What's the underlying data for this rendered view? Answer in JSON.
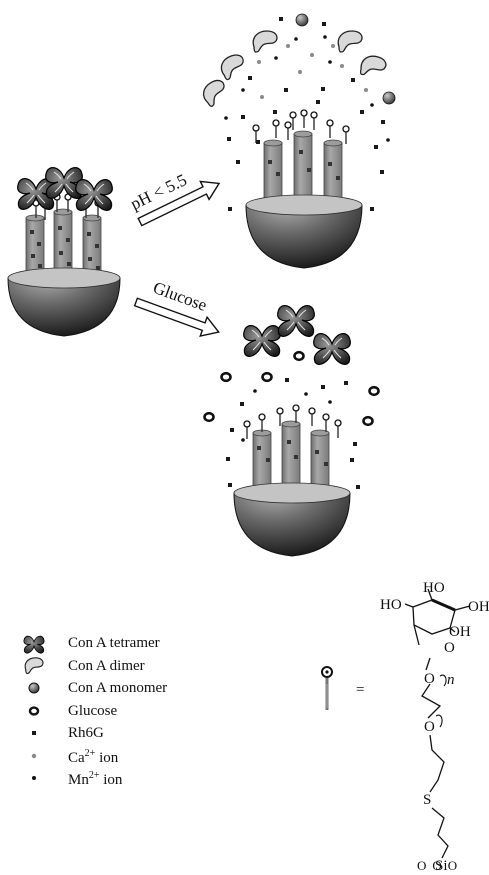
{
  "arrows": {
    "top_label": "pH < 5.5",
    "bottom_label": "Glucose"
  },
  "legend": [
    {
      "icon": "con-a-tetramer-icon",
      "label": "Con A tetramer"
    },
    {
      "icon": "con-a-dimer-icon",
      "label": "Con A dimer"
    },
    {
      "icon": "con-a-monomer-icon",
      "label": "Con A monomer"
    },
    {
      "icon": "glucose-icon",
      "label": "Glucose"
    },
    {
      "icon": "rh6g-icon",
      "label": "Rh6G"
    },
    {
      "icon": "ca-ion-icon",
      "label": "Ca",
      "sup": "2+",
      "suffix": " ion"
    },
    {
      "icon": "mn-ion-icon",
      "label": "Mn",
      "sup": "2+",
      "suffix": " ion"
    }
  ],
  "structure": {
    "equals": "=",
    "ho_top": "HO",
    "ho_left": "HO",
    "oh_right": "OH",
    "oh_ring": "OH",
    "o_ring": "O",
    "o_link": "O",
    "n_sub": "n",
    "o_chain": "O",
    "s_atom": "S",
    "si_atom": "Si",
    "o1": "O",
    "o2": "O",
    "o3": "O"
  },
  "colors": {
    "hemisphere_dark": "#2a2a2a",
    "hemisphere_light": "#9a9a9a",
    "pore": "#8c8c8c",
    "rh6g": "#1a1a1a",
    "ca_ion": "#8a8a8a"
  }
}
